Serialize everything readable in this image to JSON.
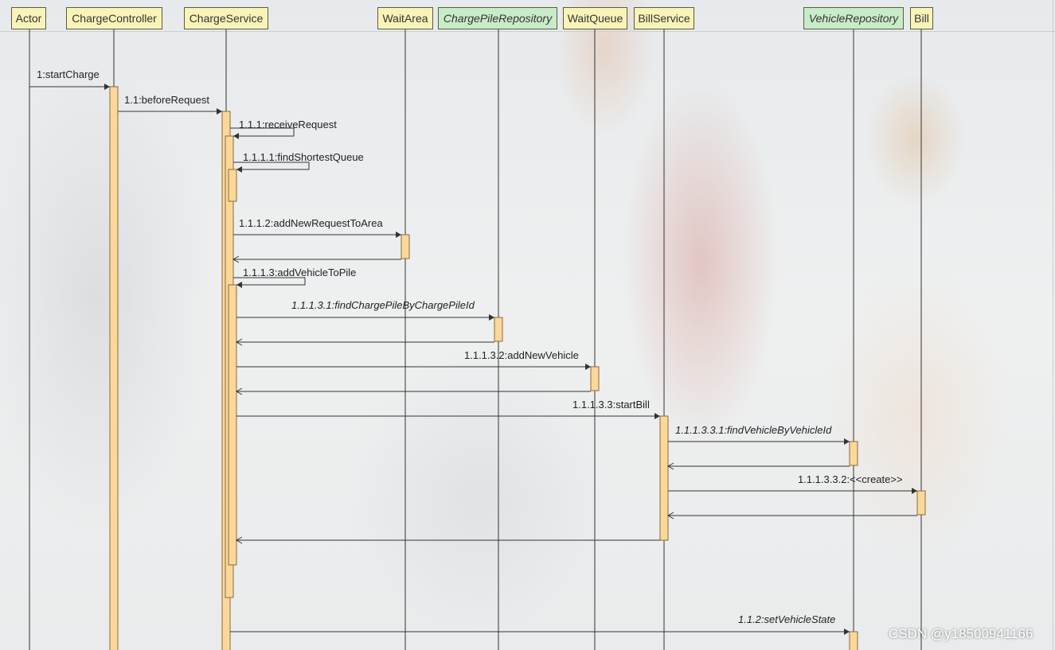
{
  "participants": [
    {
      "label": "Actor",
      "kind": "plain"
    },
    {
      "label": "ChargeController",
      "kind": "plain"
    },
    {
      "label": "ChargeService",
      "kind": "plain"
    },
    {
      "label": "WaitArea",
      "kind": "plain"
    },
    {
      "label": "ChargePileRepository",
      "kind": "repository"
    },
    {
      "label": "WaitQueue",
      "kind": "plain"
    },
    {
      "label": "BillService",
      "kind": "plain"
    },
    {
      "label": "VehicleRepository",
      "kind": "repository"
    },
    {
      "label": "Bill",
      "kind": "plain"
    }
  ],
  "messages": [
    {
      "label": "1:startCharge",
      "from": "Actor",
      "to": "ChargeController",
      "kind": "call",
      "italic": false
    },
    {
      "label": "1.1:beforeRequest",
      "from": "ChargeController",
      "to": "ChargeService",
      "kind": "call",
      "italic": false
    },
    {
      "label": "1.1.1:receiveRequest",
      "from": "ChargeService",
      "to": "ChargeService",
      "kind": "self",
      "italic": false
    },
    {
      "label": "1.1.1.1:findShortestQueue",
      "from": "ChargeService",
      "to": "ChargeService",
      "kind": "self",
      "italic": false
    },
    {
      "label": "1.1.1.2:addNewRequestToArea",
      "from": "ChargeService",
      "to": "WaitArea",
      "kind": "call",
      "italic": false
    },
    {
      "label": "",
      "from": "WaitArea",
      "to": "ChargeService",
      "kind": "return",
      "italic": false
    },
    {
      "label": "1.1.1.3:addVehicleToPile",
      "from": "ChargeService",
      "to": "ChargeService",
      "kind": "self",
      "italic": false
    },
    {
      "label": "1.1.1.3.1:findChargePileByChargePileId",
      "from": "ChargeService",
      "to": "ChargePileRepository",
      "kind": "call",
      "italic": true
    },
    {
      "label": "",
      "from": "ChargePileRepository",
      "to": "ChargeService",
      "kind": "return",
      "italic": false
    },
    {
      "label": "1.1.1.3.2:addNewVehicle",
      "from": "ChargeService",
      "to": "WaitQueue",
      "kind": "call",
      "italic": false
    },
    {
      "label": "",
      "from": "WaitQueue",
      "to": "ChargeService",
      "kind": "return",
      "italic": false
    },
    {
      "label": "1.1.1.3.3:startBill",
      "from": "ChargeService",
      "to": "BillService",
      "kind": "call",
      "italic": false
    },
    {
      "label": "1.1.1.3.3.1:findVehicleByVehicleId",
      "from": "BillService",
      "to": "VehicleRepository",
      "kind": "call",
      "italic": true
    },
    {
      "label": "",
      "from": "VehicleRepository",
      "to": "BillService",
      "kind": "return",
      "italic": false
    },
    {
      "label": "1.1.1.3.3.2:<<create>>",
      "from": "BillService",
      "to": "Bill",
      "kind": "call",
      "italic": false
    },
    {
      "label": "",
      "from": "Bill",
      "to": "BillService",
      "kind": "return",
      "italic": false
    },
    {
      "label": "",
      "from": "BillService",
      "to": "ChargeService",
      "kind": "return",
      "italic": false
    },
    {
      "label": "1.1.2:setVehicleState",
      "from": "ChargeService",
      "to": "VehicleRepository",
      "kind": "call",
      "italic": true
    }
  ],
  "watermark": "CSDN @y18500941166",
  "colors": {
    "participant_fill": "#f8f4b8",
    "repository_fill": "#c8ecc8",
    "activation_fill": "#fbd89a",
    "activation_stroke": "#8a6a3a",
    "line": "#333333"
  }
}
